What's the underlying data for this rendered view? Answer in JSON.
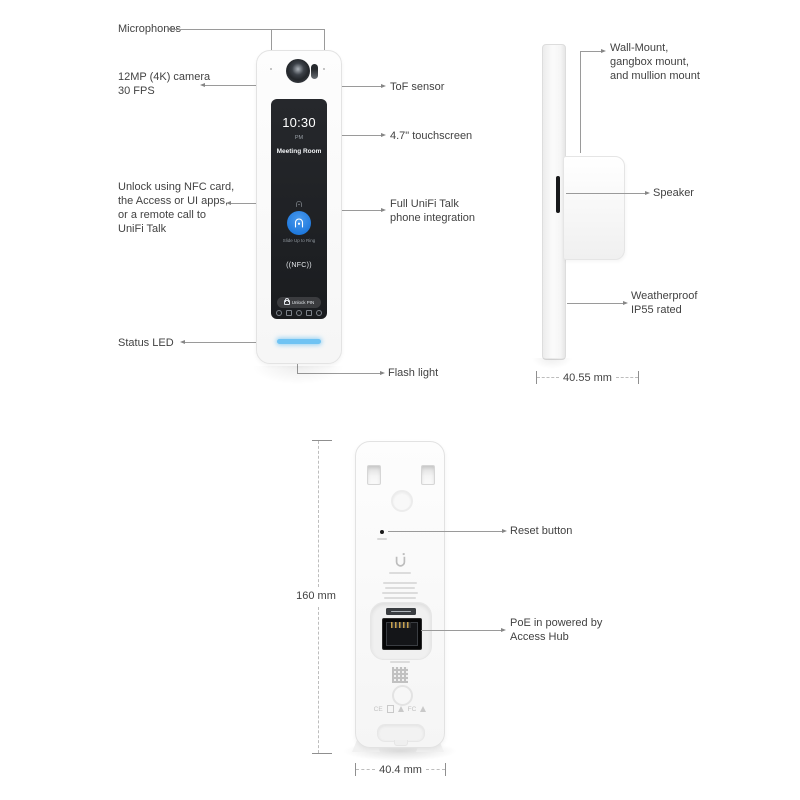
{
  "colors": {
    "accent_blue": "#1e78dd",
    "led_blue": "#6fc3f3",
    "screen_bg": "#202328",
    "label_text": "#424242",
    "leader_line": "#9a9a9a"
  },
  "icons": {
    "ring_button": "doorbell-icon",
    "screen_hint": "doorbell-outline-icon",
    "unlock_pill": "lock-icon",
    "back_logo": "ubiquiti-u-logo"
  },
  "front_view": {
    "label_microphones": "Microphones",
    "label_camera": [
      "12MP (4K) camera",
      "30 FPS"
    ],
    "label_unlock": [
      "Unlock using NFC card,",
      "the Access or UI apps,",
      "or a remote call to",
      "UniFi Talk"
    ],
    "label_status_led": "Status LED",
    "label_tof_sensor": "ToF sensor",
    "label_touchscreen": "4.7\" touchscreen",
    "label_talk": [
      "Full UniFi Talk",
      "phone integration"
    ],
    "label_flash_light": "Flash light",
    "screen": {
      "time": "10:30",
      "meridiem": "PM",
      "room_name": "Meeting Room",
      "ring_hint": "Slide Up to Ring",
      "nfc_text": "((NFC))",
      "unlock_button": "Unlock PIN"
    }
  },
  "side_view": {
    "label_mount": [
      "Wall-Mount,",
      "gangbox mount,",
      "and mullion mount"
    ],
    "label_speaker": "Speaker",
    "label_weatherproof": [
      "Weatherproof",
      "IP55 rated"
    ],
    "dimension_depth": "40.55 mm"
  },
  "back_view": {
    "label_reset": "Reset button",
    "label_poe": [
      "PoE in powered by",
      "Access Hub"
    ],
    "dimension_height": "160 mm",
    "dimension_width": "40.4 mm",
    "cert_marks": [
      "CE",
      "FC"
    ]
  }
}
